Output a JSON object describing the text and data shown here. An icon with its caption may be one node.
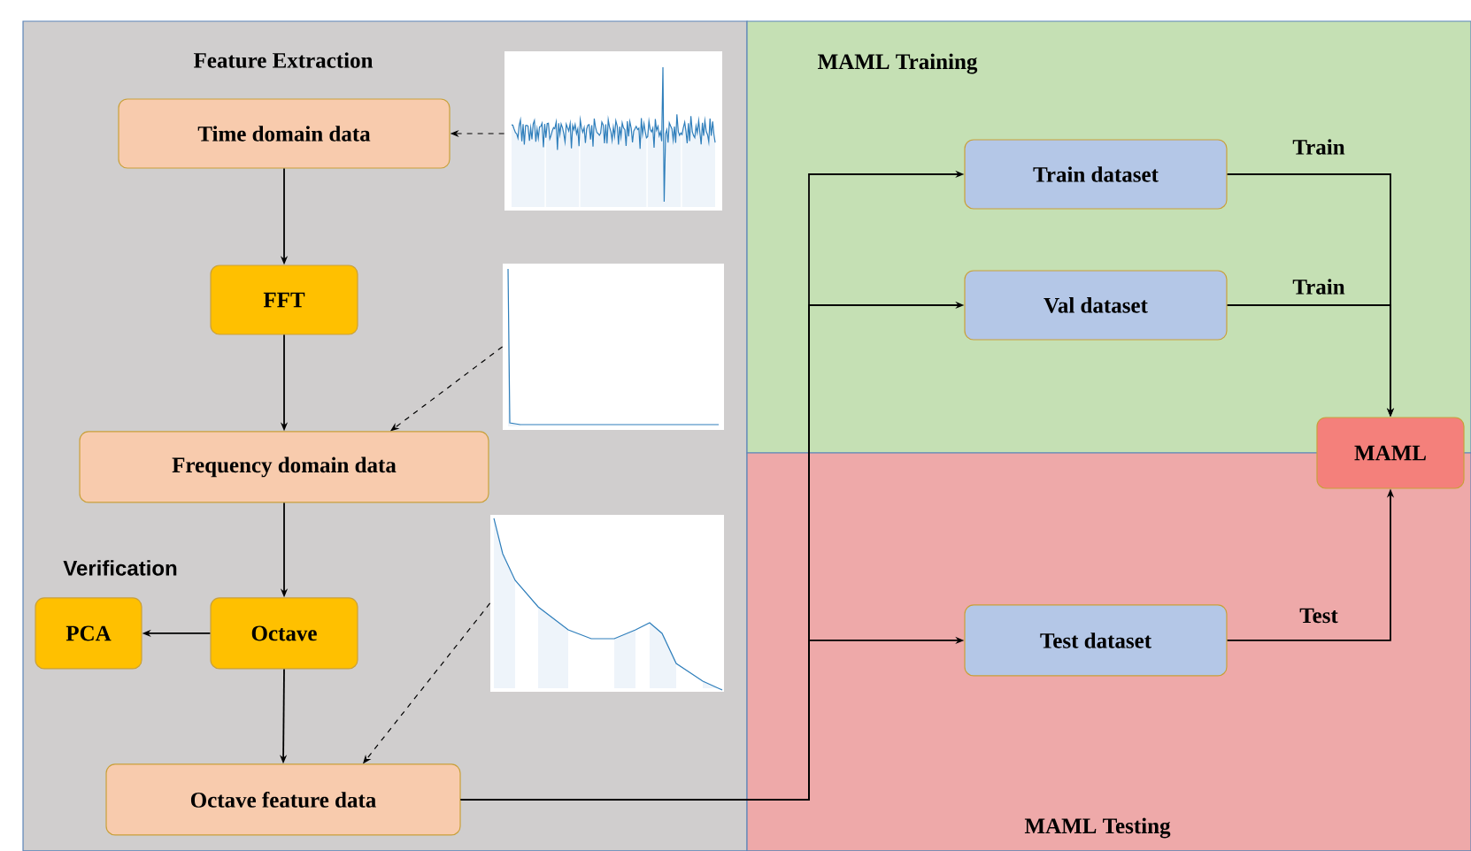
{
  "diagram": {
    "nodes": [
      {
        "text": [
          "Feature Extraction"
        ]
      },
      {
        "text": [
          "MAML Training"
        ]
      },
      {
        "text": [
          "MAML Testing"
        ]
      },
      {
        "text": [
          "Time domain data"
        ],
        "in": 0
      },
      {
        "text": [
          "FFT"
        ],
        "in": 0
      },
      {
        "text": [
          "Frequency domain data"
        ],
        "in": 0
      },
      {
        "text": [
          "Octave"
        ],
        "in": 0
      },
      {
        "text": [
          "PCA"
        ],
        "in": 0,
        "beside": [
          "Verification"
        ]
      },
      {
        "text": [
          "Octave feature data"
        ],
        "in": 0
      },
      {
        "text": [],
        "shape": "picture",
        "in": 0
      },
      {
        "text": [],
        "shape": "picture",
        "in": 0
      },
      {
        "text": [],
        "shape": "picture",
        "in": 0
      },
      {
        "text": [
          "Train dataset"
        ],
        "in": 1
      },
      {
        "text": [
          "Val dataset"
        ],
        "in": 1
      },
      {
        "text": [
          "Test dataset"
        ],
        "in": 2
      },
      {
        "text": [
          "MAML"
        ]
      }
    ],
    "edges": [
      {
        "from": 3,
        "to": 4,
        "arrow": "to"
      },
      {
        "from": 4,
        "to": 5,
        "arrow": "to"
      },
      {
        "from": 5,
        "to": 6,
        "arrow": "to"
      },
      {
        "from": 6,
        "to": 7,
        "arrow": "to"
      },
      {
        "from": 6,
        "to": 8,
        "arrow": "to"
      },
      {
        "from": 9,
        "to": 3,
        "arrow": "to",
        "style": "dashed"
      },
      {
        "from": 10,
        "to": 5,
        "arrow": "to",
        "style": "dashed"
      },
      {
        "from": 11,
        "to": 8,
        "arrow": "to",
        "style": "dashed"
      },
      {
        "from": 8,
        "to": 12,
        "arrow": "to"
      },
      {
        "from": 8,
        "to": 13,
        "arrow": "to"
      },
      {
        "from": 8,
        "to": 14,
        "arrow": "to"
      },
      {
        "from": 12,
        "to": 15,
        "arrow": "to",
        "label": "Train"
      },
      {
        "from": 13,
        "to": 15,
        "arrow": "to",
        "label": "Train"
      },
      {
        "from": 14,
        "to": 15,
        "arrow": "to",
        "label": "Test"
      }
    ]
  }
}
